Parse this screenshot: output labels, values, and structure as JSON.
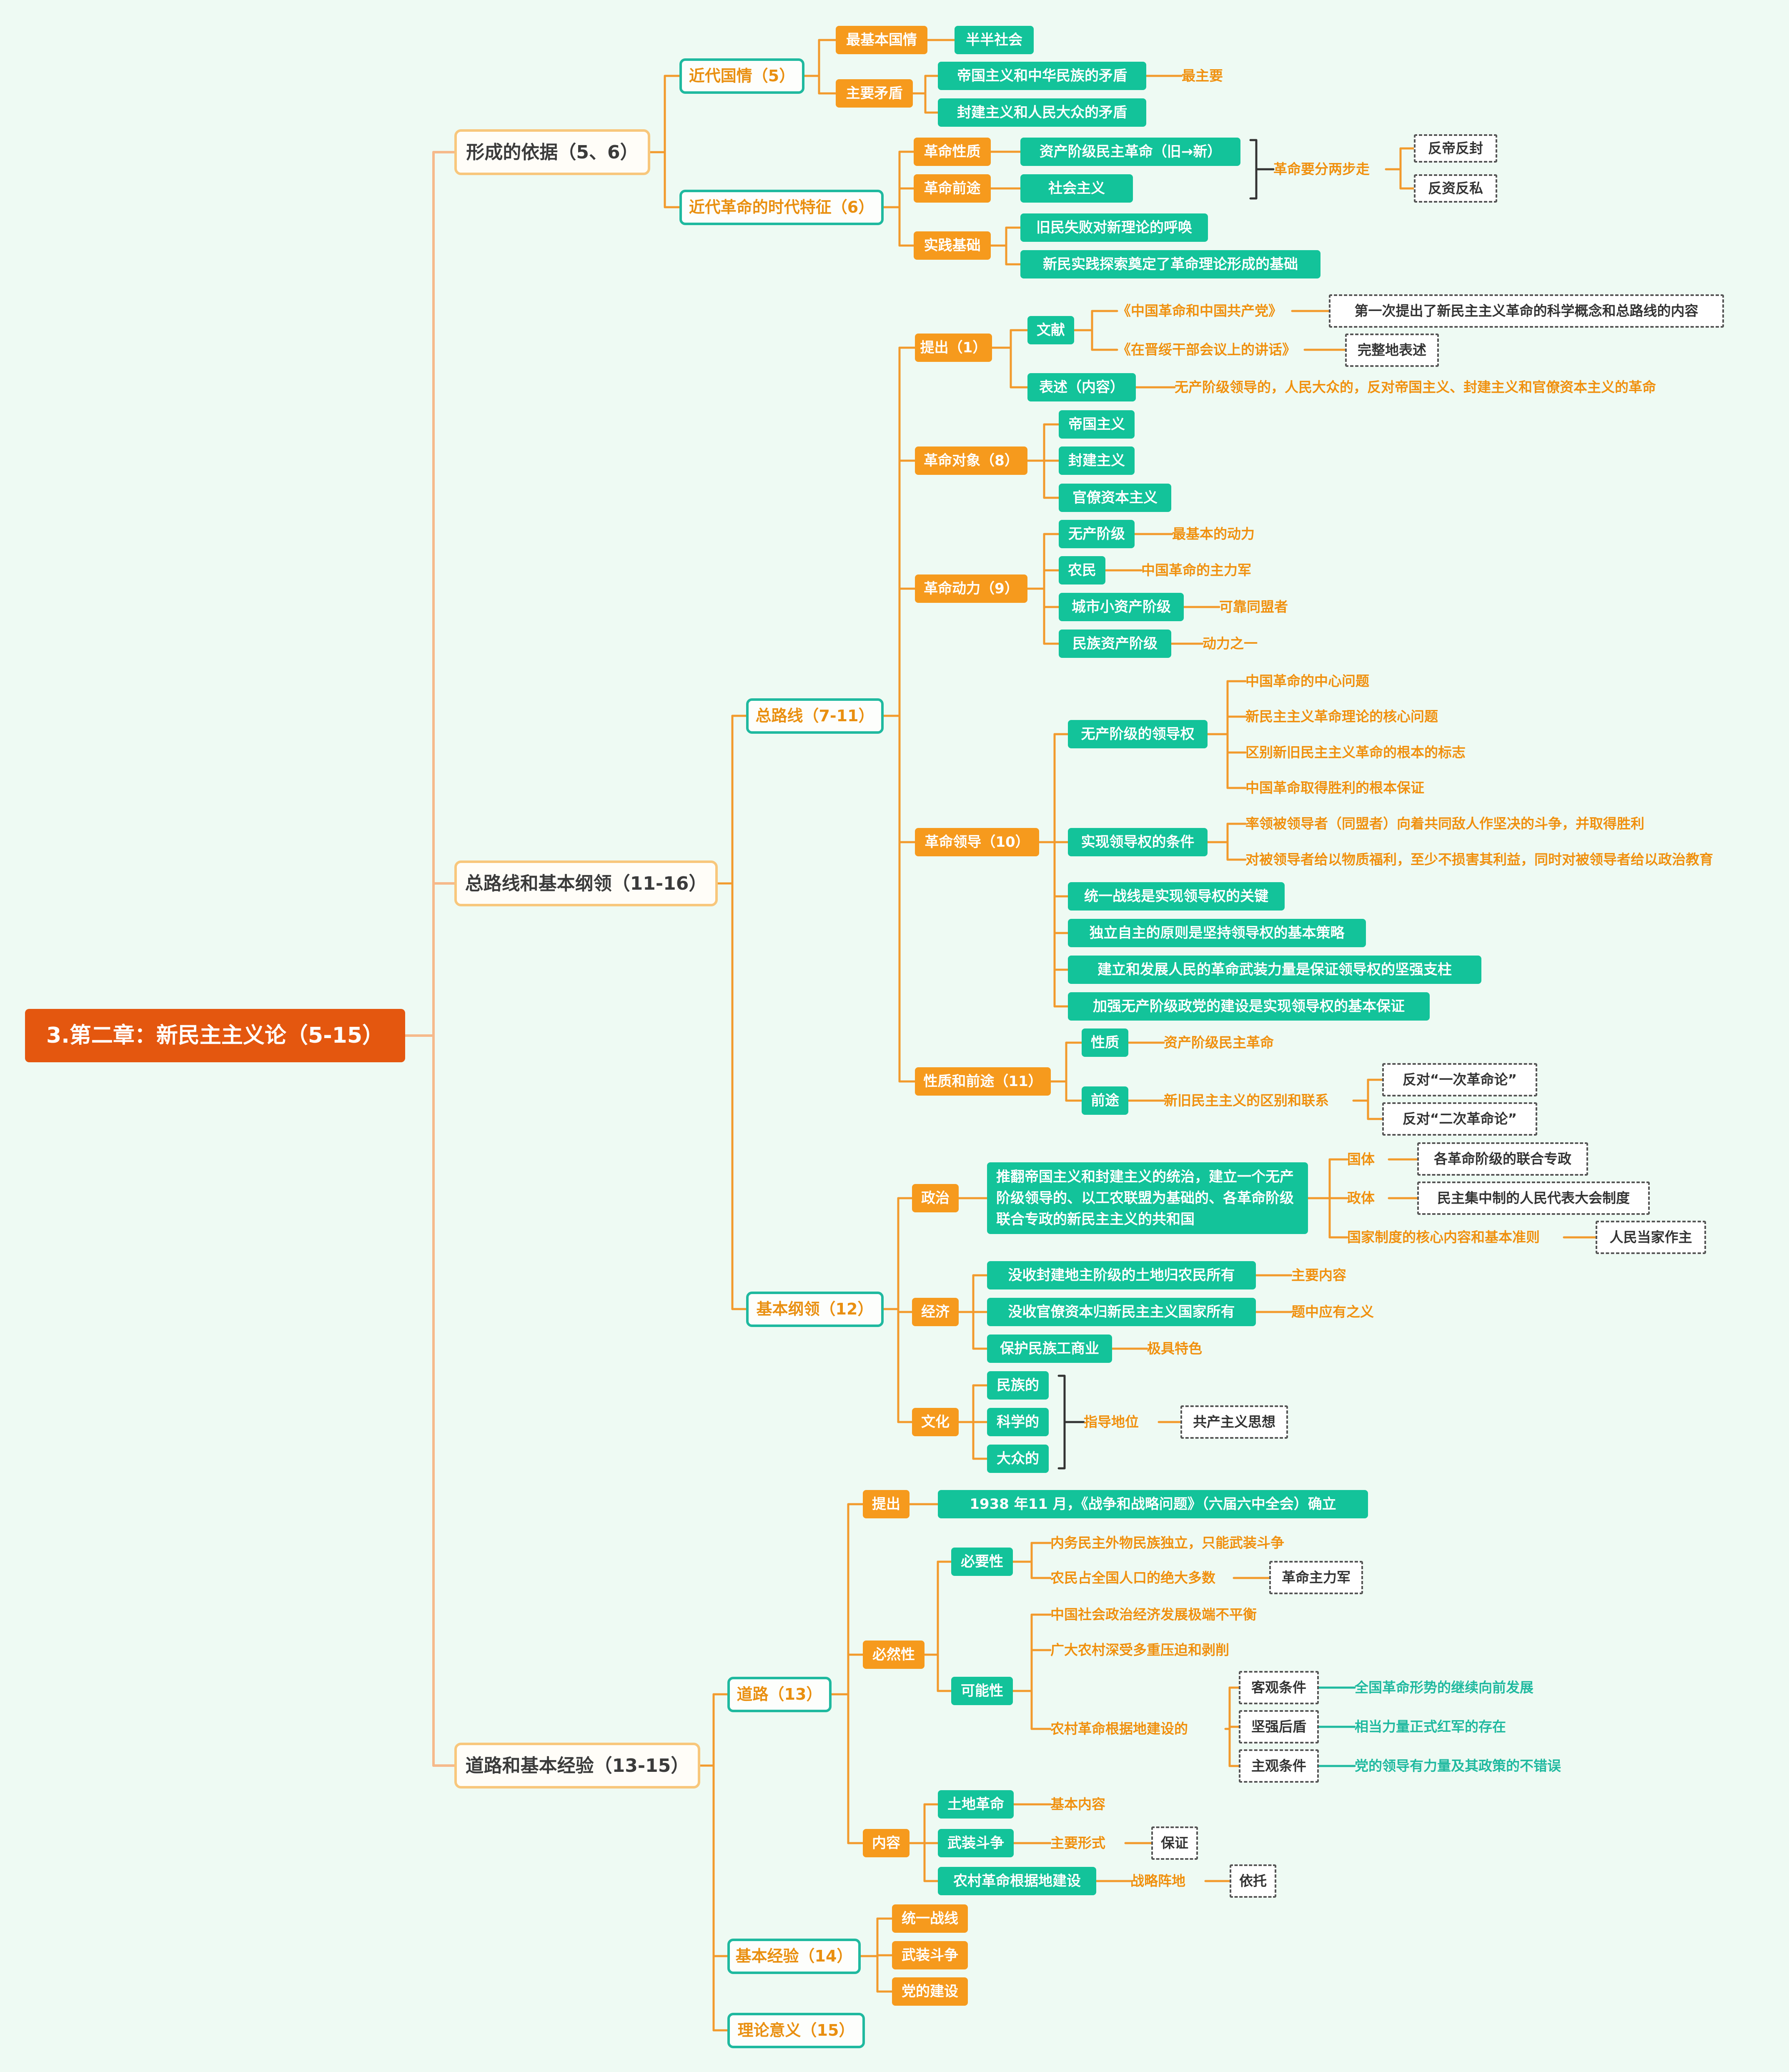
{
  "root": "3.第二章：新民主主义论（5-15）",
  "b1": {
    "title": "形成的依据（5、6）",
    "s1": {
      "title": "近代国情（5）",
      "k1": "最基本国情",
      "k1v": "半半社会",
      "k2": "主要矛盾",
      "k2a": "帝国主义和中华民族的矛盾",
      "k2a_note": "最主要",
      "k2b": "封建主义和人民大众的矛盾"
    },
    "s2": {
      "title": "近代革命的时代特征（6）",
      "k1": "革命性质",
      "k1v": "资产阶级民主革命（旧→新）",
      "k2": "革命前途",
      "k2v": "社会主义",
      "brace_label": "革命要分两步走",
      "step1": "反帝反封",
      "step2": "反资反私",
      "k3": "实践基础",
      "k3a": "旧民失败对新理论的呼唤",
      "k3b": "新民实践探索奠定了革命理论形成的基础"
    }
  },
  "b2": {
    "title": "总路线和基本纲领（11-16）",
    "s1": {
      "title": "总路线（7-11）",
      "p1": "提出（1）",
      "doc": "文献",
      "doc1": "《中国革命和中国共产党》",
      "doc1_note": "第一次提出了新民主主义革命的科学概念和总路线的内容",
      "doc2": "《在晋绥干部会议上的讲话》",
      "doc2_note": "完整地表述",
      "desc": "表述（内容）",
      "desc_v": "无产阶级领导的，人民大众的，反对帝国主义、封建主义和官僚资本主义的革命",
      "p2": "革命对象（8）",
      "obj1": "帝国主义",
      "obj2": "封建主义",
      "obj3": "官僚资本主义",
      "p3": "革命动力（9）",
      "f1": "无产阶级",
      "f1n": "最基本的动力",
      "f2": "农民",
      "f2n": "中国革命的主力军",
      "f3": "城市小资产阶级",
      "f3n": "可靠同盟者",
      "f4": "民族资产阶级",
      "f4n": "动力之一",
      "p4": "革命领导（10）",
      "lead": "无产阶级的领导权",
      "lead1": "中国革命的中心问题",
      "lead2": "新民主主义革命理论的核心问题",
      "lead3": "区别新旧民主主义革命的根本的标志",
      "lead4": "中国革命取得胜利的根本保证",
      "cond": "实现领导权的条件",
      "cond1": "率领被领导者（同盟者）向着共同敌人作坚决的斗争，并取得胜利",
      "cond2": "对被领导者给以物质福利，至少不损害其利益，同时对被领导者给以政治教育",
      "r1": "统一战线是实现领导权的关键",
      "r2": "独立自主的原则是坚持领导权的基本策略",
      "r3": "建立和发展人民的革命武装力量是保证领导权的坚强支柱",
      "r4": "加强无产阶级政党的建设是实现领导权的基本保证",
      "p5": "性质和前途（11）",
      "nat": "性质",
      "nat_v": "资产阶级民主革命",
      "fut": "前途",
      "fut_v": "新旧民主主义的区别和联系",
      "fut1": "反对“一次革命论”",
      "fut2": "反对“二次革命论”"
    },
    "s2": {
      "title": "基本纲领（12）",
      "pol": "政治",
      "pol_v": "推翻帝国主义和封建主义的统治，建立一个无产阶级领导的、以工农联盟为基础的、各革命阶级联合专政的新民主主义的共和国",
      "pol1": "国体",
      "pol1v": "各革命阶级的联合专政",
      "pol2": "政体",
      "pol2v": "民主集中制的人民代表大会制度",
      "pol3": "国家制度的核心内容和基本准则",
      "pol3v": "人民当家作主",
      "eco": "经济",
      "eco1": "没收封建地主阶级的土地归农民所有",
      "eco1n": "主要内容",
      "eco2": "没收官僚资本归新民主主义国家所有",
      "eco2n": "题中应有之义",
      "eco3": "保护民族工商业",
      "eco3n": "极具特色",
      "cul": "文化",
      "cul1": "民族的",
      "cul2": "科学的",
      "cul3": "大众的",
      "cul_label": "指导地位",
      "cul_v": "共产主义思想"
    }
  },
  "b3": {
    "title": "道路和基本经验（13-15）",
    "s1": {
      "title": "道路（13）",
      "prop": "提出",
      "prop_v": "1938 年11 月，《战争和战略问题》（六届六中全会）确立",
      "nec": "必然性",
      "need": "必要性",
      "need1": "内务民主外物民族独立，只能武装斗争",
      "need2": "农民占全国人口的绝大多数",
      "need2n": "革命主力军",
      "poss": "可能性",
      "poss1": "中国社会政治经济发展极端不平衡",
      "poss2": "广大农村深受多重压迫和剥削",
      "poss3": "农村革命根据地建设的",
      "c1": "客观条件",
      "c1v": "全国革命形势的继续向前发展",
      "c2": "坚强后盾",
      "c2v": "相当力量正式红军的存在",
      "c3": "主观条件",
      "c3v": "党的领导有力量及其政策的不错误",
      "cont": "内容",
      "ct1": "土地革命",
      "ct1n": "基本内容",
      "ct2": "武装斗争",
      "ct2n": "主要形式",
      "ct2b": "保证",
      "ct3": "农村革命根据地建设",
      "ct3n": "战略阵地",
      "ct3b": "依托"
    },
    "s2": {
      "title": "基本经验（14）",
      "e1": "统一战线",
      "e2": "武装斗争",
      "e3": "党的建设"
    },
    "s3": {
      "title": "理论意义（15）"
    }
  }
}
